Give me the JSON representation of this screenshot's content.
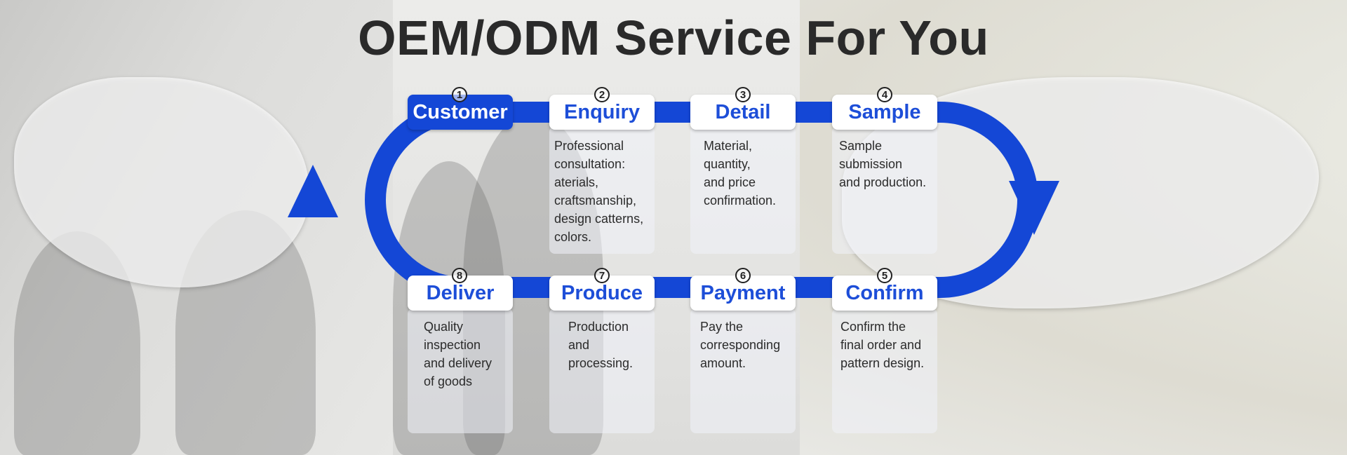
{
  "title": "OEM/ODM Service For You",
  "accent_color": "#1447d6",
  "steps": [
    {
      "num": "1",
      "label": "Customer",
      "desc": ""
    },
    {
      "num": "2",
      "label": "Enquiry",
      "desc": "Professional\nconsultation:\naterials,\ncraftsmanship,\ndesign catterns,\ncolors."
    },
    {
      "num": "3",
      "label": "Detail",
      "desc": "Material,\nquantity,\nand price\nconfirmation."
    },
    {
      "num": "4",
      "label": "Sample",
      "desc": "Sample\nsubmission\nand production."
    },
    {
      "num": "5",
      "label": "Confirm",
      "desc": "Confirm the\nfinal order and\npattern design."
    },
    {
      "num": "6",
      "label": "Payment",
      "desc": "Pay the\ncorresponding\namount."
    },
    {
      "num": "7",
      "label": "Produce",
      "desc": "Production\nand\nprocessing."
    },
    {
      "num": "8",
      "label": "Deliver",
      "desc": "Quality\ninspection\nand delivery\nof goods"
    }
  ]
}
